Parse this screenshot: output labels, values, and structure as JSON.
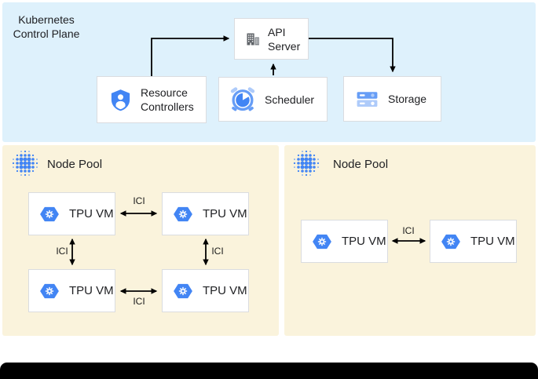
{
  "panels": {
    "control_plane": {
      "title": "Kubernetes Control Plane",
      "boxes": {
        "api_server": {
          "label": "API Server",
          "icon": "building-icon"
        },
        "resource_controllers": {
          "label": "Resource Controllers",
          "icon": "shield-user-icon"
        },
        "scheduler": {
          "label": "Scheduler",
          "icon": "alarm-clock-icon"
        },
        "storage": {
          "label": "Storage",
          "icon": "storage-disks-icon"
        }
      }
    },
    "node_pools": [
      {
        "title": "Node Pool",
        "icon": "dot-grid-icon",
        "vms": [
          {
            "label": "TPU VM"
          },
          {
            "label": "TPU VM"
          },
          {
            "label": "TPU VM"
          },
          {
            "label": "TPU VM"
          }
        ],
        "links": [
          {
            "label": "ICI"
          },
          {
            "label": "ICI"
          },
          {
            "label": "ICI"
          },
          {
            "label": "ICI"
          }
        ]
      },
      {
        "title": "Node Pool",
        "icon": "dot-grid-icon",
        "vms": [
          {
            "label": "TPU VM"
          },
          {
            "label": "TPU VM"
          }
        ],
        "links": [
          {
            "label": "ICI"
          }
        ]
      }
    ]
  },
  "colors": {
    "control_plane_bg": "#def1fc",
    "node_pool_bg": "#faf3dc",
    "box_border": "#dadce0",
    "google_blue": "#4285f4",
    "blue_medium": "#669df6",
    "blue_pale": "#aecbfa",
    "icon_gray": "#5f6368",
    "arrow": "#000000",
    "footer": "#000000"
  }
}
